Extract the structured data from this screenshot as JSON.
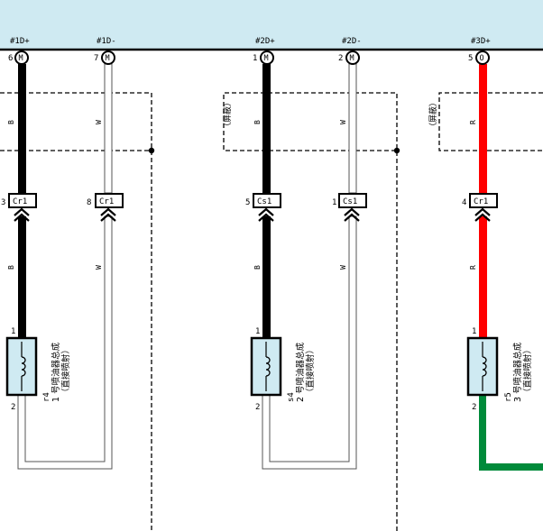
{
  "pins": [
    {
      "id": "p1",
      "signal": "#1D+",
      "num": "6",
      "letter": "M"
    },
    {
      "id": "p2",
      "signal": "#1D-",
      "num": "7",
      "letter": "M"
    },
    {
      "id": "p3",
      "signal": "#2D+",
      "num": "1",
      "letter": "M"
    },
    {
      "id": "p4",
      "signal": "#2D-",
      "num": "2",
      "letter": "M"
    },
    {
      "id": "p5",
      "signal": "#3D+",
      "num": "5",
      "letter": "O"
    }
  ],
  "wire_colors": {
    "w1a": "B",
    "w2a": "W",
    "w3a": "B",
    "w4a": "W",
    "w5a": "R",
    "w1b": "B",
    "w2b": "W",
    "w3b": "B",
    "w4b": "W",
    "w5b": "R"
  },
  "shield_labels": {
    "s1": "（屏蔽）",
    "s2": "（屏蔽）"
  },
  "connectors": [
    {
      "id": "c1",
      "pin": "3",
      "name": "Cr1"
    },
    {
      "id": "c2",
      "pin": "8",
      "name": "Cr1"
    },
    {
      "id": "c3",
      "pin": "5",
      "name": "Cs1"
    },
    {
      "id": "c4",
      "pin": "1",
      "name": "Cs1"
    },
    {
      "id": "c5",
      "pin": "4",
      "name": "Cr1"
    }
  ],
  "injectors": [
    {
      "id": "i1",
      "top_pin": "1",
      "bottom_pin": "2",
      "code": "r4",
      "title": "1 号喷油器总成",
      "sub": "（直接喷射）"
    },
    {
      "id": "i2",
      "top_pin": "1",
      "bottom_pin": "2",
      "code": "s4",
      "title": "2 号喷油器总成",
      "sub": "（直接喷射）"
    },
    {
      "id": "i3",
      "top_pin": "1",
      "bottom_pin": "2",
      "code": "r5",
      "title": "3 号喷油器总成",
      "sub": "（直接喷射）"
    }
  ],
  "colors": {
    "header": "#cfeaf2",
    "black_wire": "#000000",
    "red_wire": "#ff0000",
    "green_wire": "#008a3a",
    "component_fill": "#cfeaf2"
  }
}
